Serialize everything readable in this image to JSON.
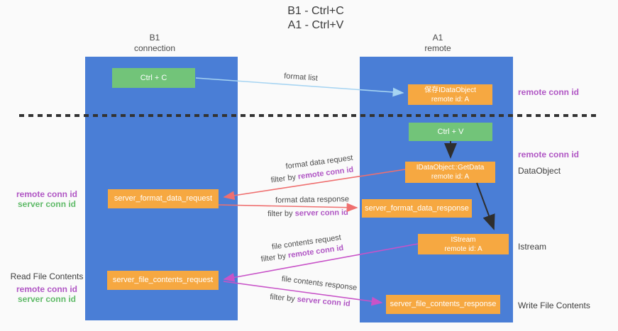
{
  "title": {
    "line1": "B1 - Ctrl+C",
    "line2": "A1 - Ctrl+V"
  },
  "columns": {
    "left": {
      "name": "B1",
      "role": "connection"
    },
    "right": {
      "name": "A1",
      "role": "remote"
    }
  },
  "nodes": {
    "ctrl_c": {
      "label": "Ctrl + C"
    },
    "save_idataobject": {
      "line1": "保存IDataObject",
      "line2": "remote id: A"
    },
    "ctrl_v": {
      "label": "Ctrl + V"
    },
    "idataobject_getdata": {
      "line1": "IDataObject::GetData",
      "line2": "remote id: A"
    },
    "server_format_data_request": {
      "label": "server_format_data_request"
    },
    "server_format_data_response": {
      "label": "server_format_data_response"
    },
    "istream": {
      "line1": "IStream",
      "line2": "remote id: A"
    },
    "server_file_contents_request": {
      "label": "server_file_contents_request"
    },
    "server_file_contents_response": {
      "label": "server_file_contents_response"
    }
  },
  "side_labels": {
    "right_remote_conn_id_1": "remote conn id",
    "right_remote_conn_id_2": "remote conn id",
    "dataobject": "DataObject",
    "istream": "Istream",
    "write_file_contents": "Write File Contents",
    "left_remote_conn_id_1": "remote conn id",
    "left_server_conn_id_1": "server conn id",
    "read_file_contents": "Read File Contents",
    "left_remote_conn_id_2": "remote conn id",
    "left_server_conn_id_2": "server conn id"
  },
  "flow_labels": {
    "format_list": "format list",
    "format_data_request": "format data request",
    "format_data_response": "format data response",
    "file_contents_request": "file contents request",
    "file_contents_response": "file contents response",
    "filter_by": "filter by ",
    "remote_conn_id": "remote conn id",
    "server_conn_id": "server conn id"
  },
  "colors": {
    "column_blue": "#4a7ed6",
    "box_green": "#72c479",
    "box_orange": "#f6a841",
    "arrow_light_blue": "#a6d4f2",
    "arrow_red": "#ef6f6f",
    "arrow_magenta": "#c853c8",
    "arrow_black": "#2e2e2e",
    "text_purple": "#b056c4",
    "text_green": "#5fba68"
  }
}
